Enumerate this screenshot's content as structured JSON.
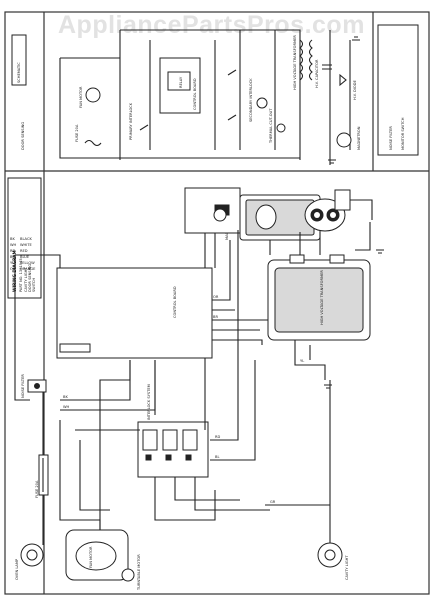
{
  "watermark": "AppliancePartsPros.com",
  "title_block": {
    "title": "WIRING DIAGRAM",
    "part_no": "PART NO. 1391945",
    "lines": [
      "CAVITY LIGHT",
      "DOOR SENSING",
      "SWITCH"
    ]
  },
  "components": {
    "oven_lamp": "OVEN LAMP",
    "fuse": "FUSE 20A",
    "fan_motor": "FAN MOTOR",
    "turntable_motor": "TURNTABLE MOTOR",
    "interlock_system": "INTERLOCK SYSTEM",
    "control_board": "CONTROL BOARD",
    "magnetron": "MAGNETRON",
    "high_voltage_transformer": "HIGH VOLTAGE TRANSFORMER",
    "hv_capacitor": "H.V. CAPACITOR",
    "hv_diode": "H.V. DIODE",
    "thermal_cutout": "THERMAL CUT-OUT",
    "schematic": "SCHEMATIC",
    "monitor_switch": "MONITOR SWITCH",
    "primary_interlock": "PRIMARY INTERLOCK",
    "secondary_interlock": "SECONDARY INTERLOCK",
    "door_sensing": "DOOR SENSING",
    "noise_filter": "NOISE FILTER",
    "relay": "RELAY"
  },
  "wire_colors": [
    "BK",
    "WH",
    "RD",
    "BL",
    "YL",
    "OR",
    "BR",
    "GR"
  ],
  "legend": [
    {
      "code": "BK",
      "color": "BLACK"
    },
    {
      "code": "WH",
      "color": "WHITE"
    },
    {
      "code": "RD",
      "color": "RED"
    },
    {
      "code": "BL",
      "color": "BLUE"
    },
    {
      "code": "YL",
      "color": "YELLOW"
    },
    {
      "code": "OR",
      "color": "ORANGE"
    }
  ]
}
